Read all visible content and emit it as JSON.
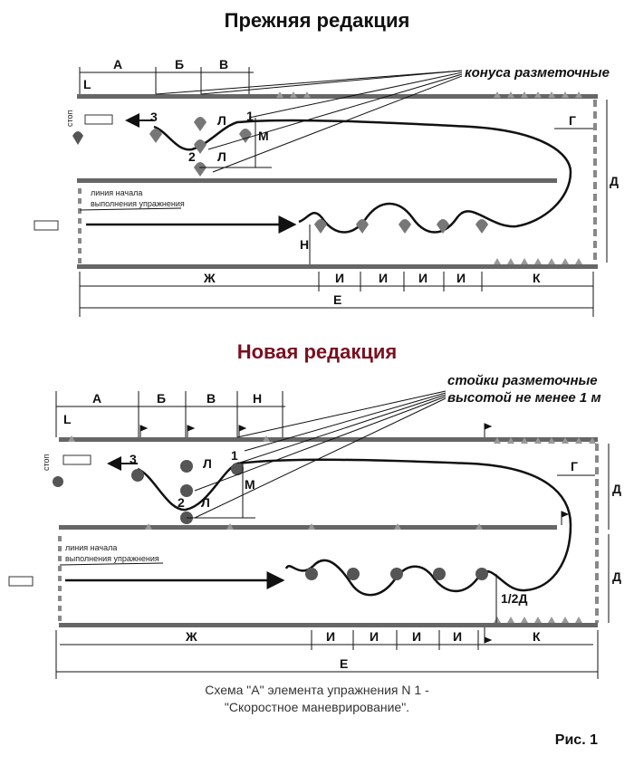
{
  "title_old": "Прежняя редакция",
  "title_new": "Новая редакция",
  "label_cones": "конуса разметочные",
  "label_posts_line1": "стойки разметочные",
  "label_posts_line2": "высотой не менее 1 м",
  "start_line_1": "линия начала",
  "start_line_2": "выполнения упражнения",
  "stop": "стоп",
  "caption_line1": "Схема \"А\" элемента упражнения N 1 -",
  "caption_line2": "\"Скоростное маневрирование\".",
  "figure_label": "Рис. 1",
  "dims": {
    "A": "А",
    "B": "Б",
    "V": "В",
    "N": "Н",
    "L": "L",
    "G": "Г",
    "D": "Д",
    "H": "Н",
    "Zh": "Ж",
    "I": "И",
    "K": "К",
    "E": "Е",
    "M": "М",
    "Lm": "Л",
    "half_d": "1/2Д",
    "n1": "1",
    "n2": "2",
    "n3": "3"
  }
}
